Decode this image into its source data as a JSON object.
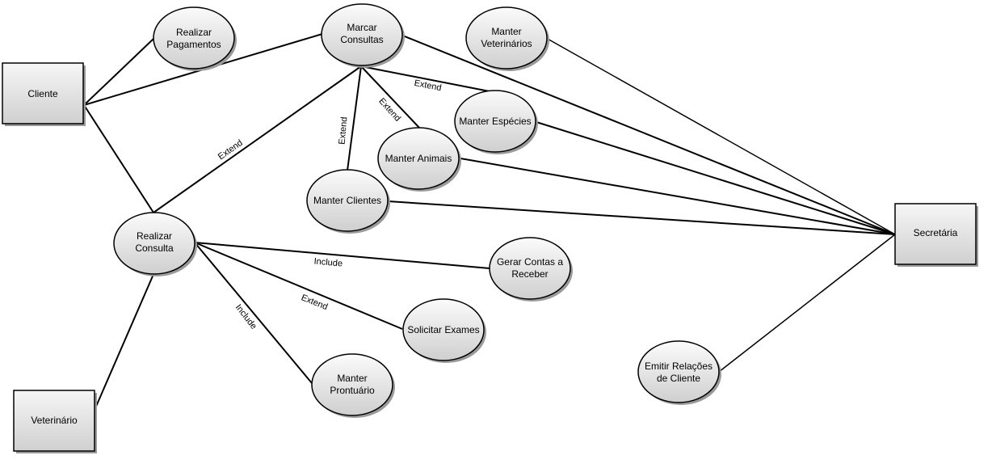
{
  "actors": [
    {
      "id": "cliente",
      "label": "Cliente"
    },
    {
      "id": "veterinario",
      "label": "Veterinário"
    },
    {
      "id": "secretaria",
      "label": "Secretária"
    }
  ],
  "use_cases": [
    {
      "id": "realizar_pagamentos",
      "lines": [
        "Realizar",
        "Pagamentos"
      ]
    },
    {
      "id": "marcar_consultas",
      "lines": [
        "Marcar",
        "Consultas"
      ]
    },
    {
      "id": "manter_veterinarios",
      "lines": [
        "Manter",
        "Veterinários"
      ]
    },
    {
      "id": "manter_especies",
      "lines": [
        "Manter Espécies"
      ]
    },
    {
      "id": "manter_animais",
      "lines": [
        "Manter Animais"
      ]
    },
    {
      "id": "manter_clientes",
      "lines": [
        "Manter Clientes"
      ]
    },
    {
      "id": "realizar_consulta",
      "lines": [
        "Realizar",
        "Consulta"
      ]
    },
    {
      "id": "gerar_contas",
      "lines": [
        "Gerar Contas a",
        "Receber"
      ]
    },
    {
      "id": "solicitar_exames",
      "lines": [
        "Solicitar Exames"
      ]
    },
    {
      "id": "manter_prontuario",
      "lines": [
        "Manter",
        "Prontuário"
      ]
    },
    {
      "id": "emitir_relacoes",
      "lines": [
        "Emitir Relações",
        "de Cliente"
      ]
    }
  ],
  "associations": [
    {
      "from": "cliente",
      "to": "realizar_pagamentos"
    },
    {
      "from": "cliente",
      "to": "marcar_consultas"
    },
    {
      "from": "cliente",
      "to": "realizar_consulta"
    },
    {
      "from": "veterinario",
      "to": "realizar_consulta"
    },
    {
      "from": "secretaria",
      "to": "marcar_consultas"
    },
    {
      "from": "secretaria",
      "to": "manter_veterinarios"
    },
    {
      "from": "secretaria",
      "to": "manter_especies"
    },
    {
      "from": "secretaria",
      "to": "manter_animais"
    },
    {
      "from": "secretaria",
      "to": "manter_clientes"
    },
    {
      "from": "secretaria",
      "to": "emitir_relacoes"
    }
  ],
  "relations": [
    {
      "from": "marcar_consultas",
      "to": "realizar_consulta",
      "label": "Extend"
    },
    {
      "from": "marcar_consultas",
      "to": "manter_clientes",
      "label": "Extend"
    },
    {
      "from": "marcar_consultas",
      "to": "manter_animais",
      "label": "Extend"
    },
    {
      "from": "marcar_consultas",
      "to": "manter_especies",
      "label": "Extend"
    },
    {
      "from": "realizar_consulta",
      "to": "gerar_contas",
      "label": "Include"
    },
    {
      "from": "realizar_consulta",
      "to": "solicitar_exames",
      "label": "Extend"
    },
    {
      "from": "realizar_consulta",
      "to": "manter_prontuario",
      "label": "Include"
    }
  ]
}
